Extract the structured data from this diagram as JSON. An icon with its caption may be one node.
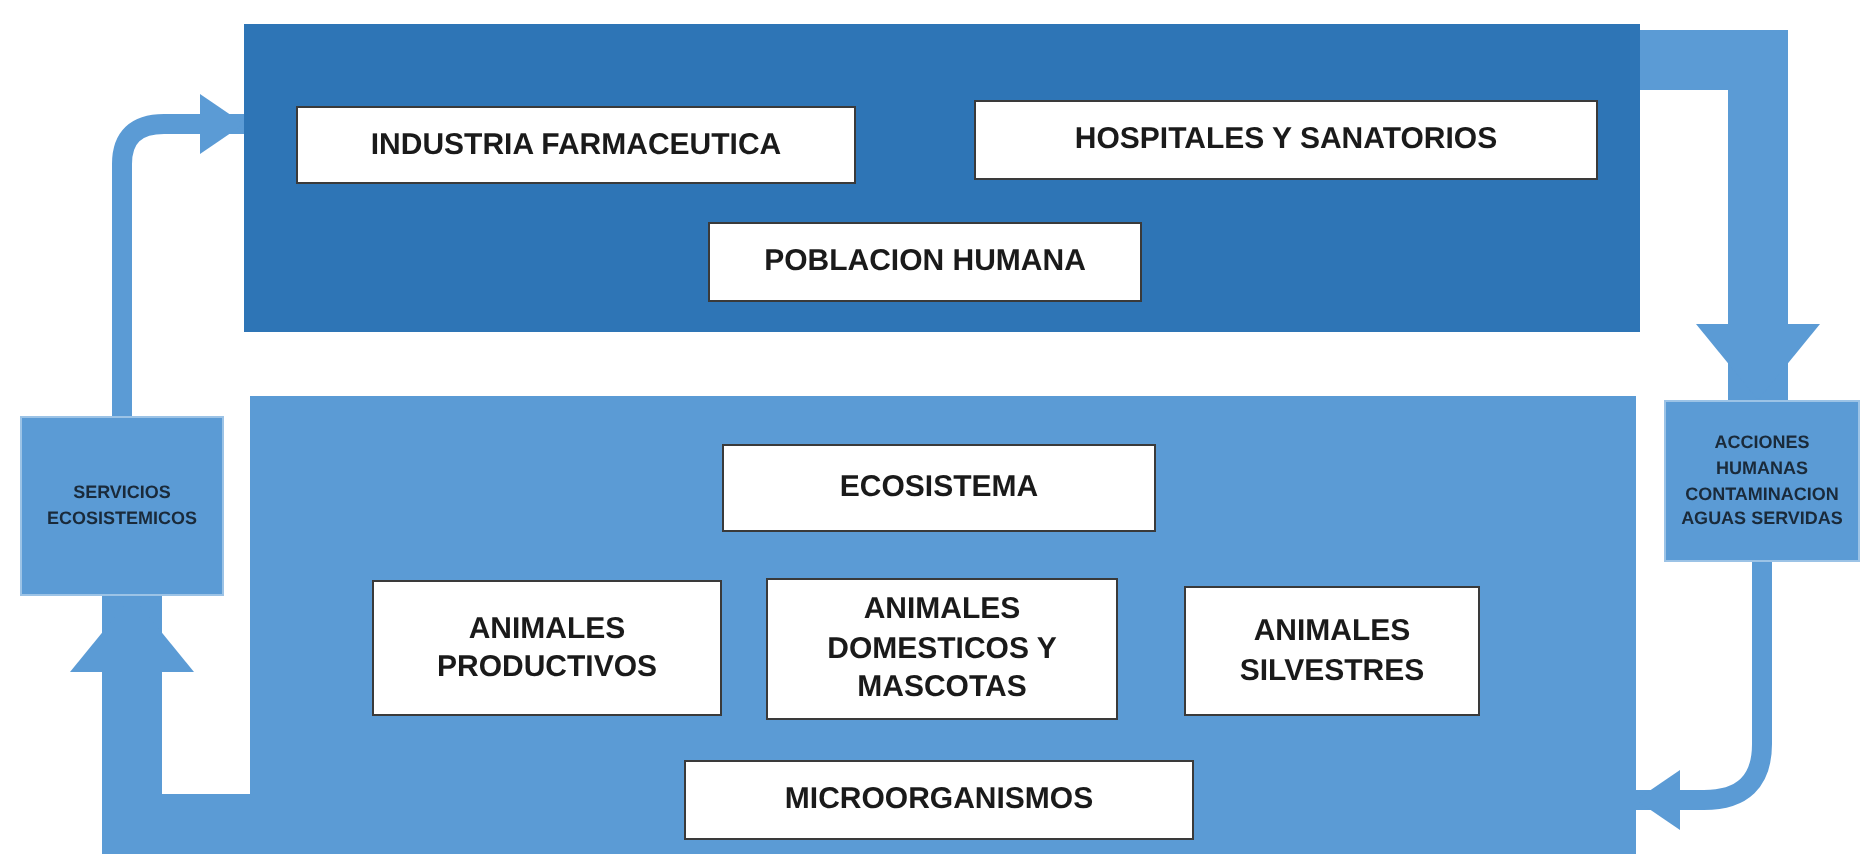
{
  "diagram": {
    "nodes": [
      {
        "text": [],
        "shape": "box"
      },
      {
        "text": [
          "INDUSTRIA FARMACEUTICA"
        ],
        "in": 0
      },
      {
        "text": [
          "HOSPITALES Y SANATORIOS"
        ],
        "in": 0
      },
      {
        "text": [
          "POBLACION HUMANA"
        ],
        "in": 0
      },
      {
        "text": [],
        "shape": "box"
      },
      {
        "text": [
          "ECOSISTEMA"
        ],
        "in": 4
      },
      {
        "text": [
          "ANIMALES PRODUCTIVOS"
        ],
        "in": 4
      },
      {
        "text": [
          "ANIMALES DOMESTICOS Y MASCOTAS"
        ],
        "in": 4
      },
      {
        "text": [
          "ANIMALES SILVESTRES"
        ],
        "in": 4
      },
      {
        "text": [
          "MICROORGANISMOS"
        ],
        "in": 4
      },
      {
        "text": [
          "SERVICIOS ECOSISTEMICOS"
        ]
      },
      {
        "text": [
          "ACCIONES HUMANAS CONTAMINACION AGUAS SERVIDAS"
        ]
      }
    ],
    "edges": [
      {
        "from": 0,
        "to": 11,
        "arrow": "to",
        "style": "thick"
      },
      {
        "from": 11,
        "to": 4,
        "arrow": "to"
      },
      {
        "from": 4,
        "to": 10,
        "arrow": "to",
        "style": "thick"
      },
      {
        "from": 10,
        "to": 0,
        "arrow": "to"
      }
    ]
  }
}
